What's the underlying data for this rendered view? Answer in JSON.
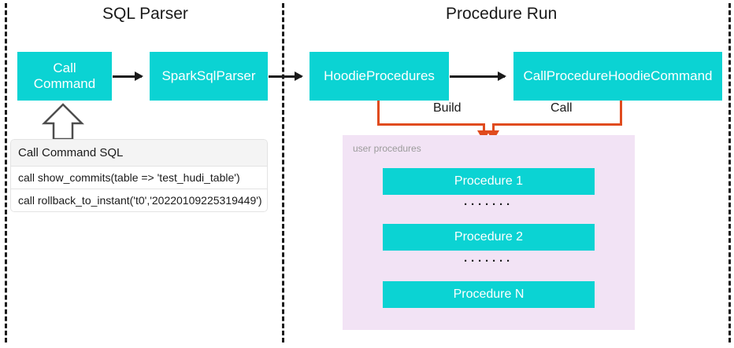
{
  "sections": {
    "left_title": "SQL Parser",
    "right_title": "Procedure Run"
  },
  "flow_boxes": {
    "call_command": "Call\nCommand",
    "call_command_line1": "Call",
    "call_command_line2": "Command",
    "spark_sql_parser": "SparkSqlParser",
    "hoodie_procedures": "HoodieProcedures",
    "call_procedure_hoodie_command": "CallProcedureHoodieCommand"
  },
  "sql_table": {
    "header": "Call Command SQL",
    "rows": [
      "call show_commits(table => 'test_hudi_table')",
      "call rollback_to_instant('t0','20220109225319449')"
    ]
  },
  "connector_labels": {
    "build": "Build",
    "call": "Call"
  },
  "user_procedures": {
    "panel_label": "user procedures",
    "items": [
      "Procedure 1",
      "Procedure 2",
      "Procedure N"
    ],
    "separator": "·······"
  },
  "colors": {
    "teal": "#0bd3d3",
    "orange": "#e04b1e",
    "purple_panel": "#f2e3f5",
    "divider": "#1a1a1a",
    "table_header_bg": "#f4f4f4",
    "label_gray": "#9b9b9b"
  }
}
